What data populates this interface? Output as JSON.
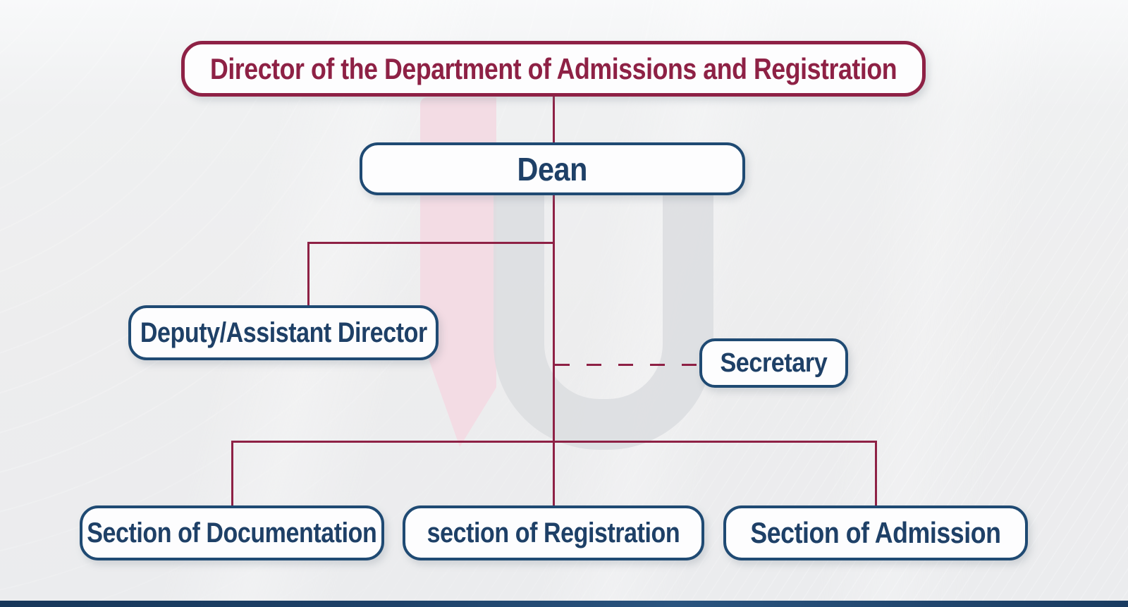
{
  "nodes": {
    "director": {
      "label": "Director of the Department of Admissions and Registration"
    },
    "dean": {
      "label": "Dean"
    },
    "deputy": {
      "label": "Deputy/Assistant Director"
    },
    "secretary": {
      "label": "Secretary"
    },
    "documentation": {
      "label": "Section of Documentation"
    },
    "registration": {
      "label": "section of Registration"
    },
    "admission": {
      "label": "Section of Admission"
    }
  },
  "edges": [
    {
      "from": "director",
      "to": "dean",
      "style": "solid"
    },
    {
      "from": "dean",
      "to": "deputy",
      "style": "solid"
    },
    {
      "from": "dean",
      "to": "secretary",
      "style": "dashed"
    },
    {
      "from": "dean",
      "to": "documentation",
      "style": "solid"
    },
    {
      "from": "dean",
      "to": "registration",
      "style": "solid"
    },
    {
      "from": "dean",
      "to": "admission",
      "style": "solid"
    }
  ],
  "colors": {
    "maroon": "#8e2145",
    "navy-border": "#1f4a73",
    "navy-text": "#1e4067",
    "box-fill": "#fdfdfe",
    "footer": "#1e4269",
    "bg": "#ededee",
    "watermark-pink": "#f3dce4",
    "watermark-gray": "#dcdee1"
  }
}
